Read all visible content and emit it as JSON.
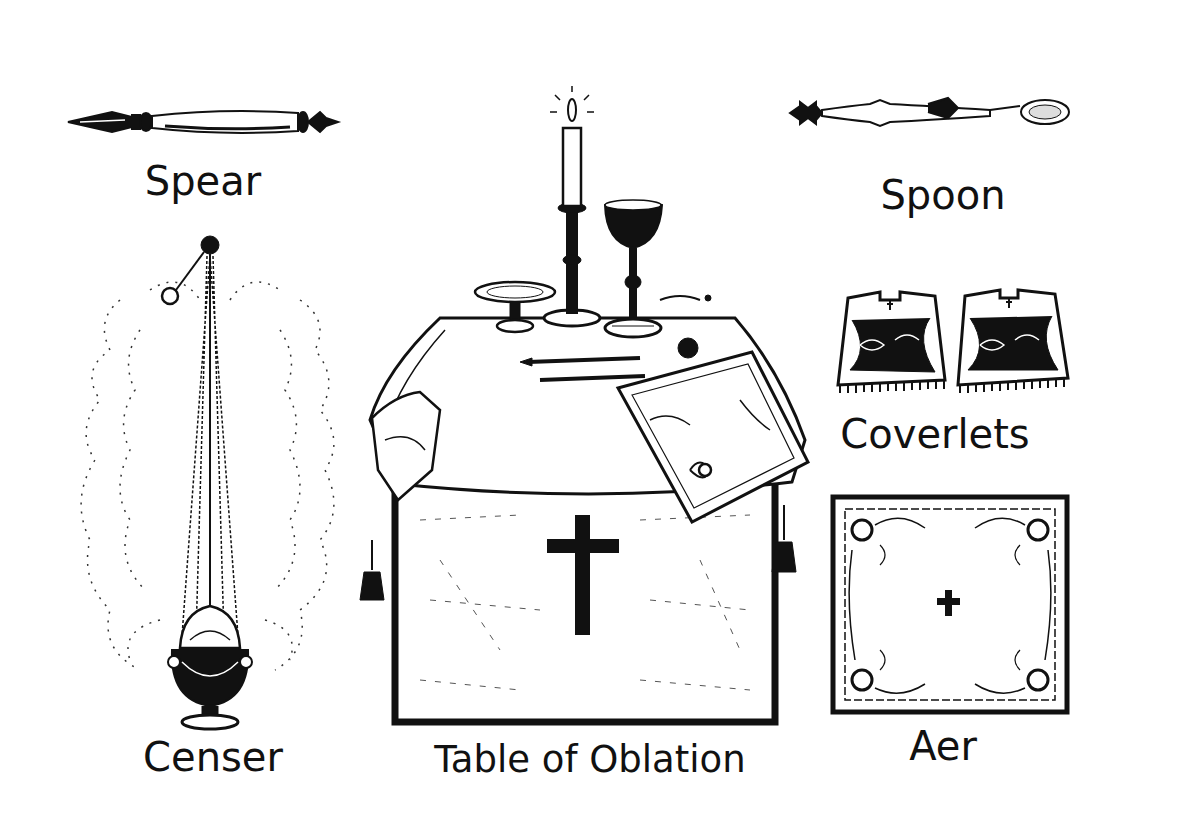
{
  "diagram": {
    "labels": [
      "Spear",
      "Spoon",
      "Censer",
      "Table of Oblation",
      "Coverlets",
      "Aer"
    ]
  }
}
